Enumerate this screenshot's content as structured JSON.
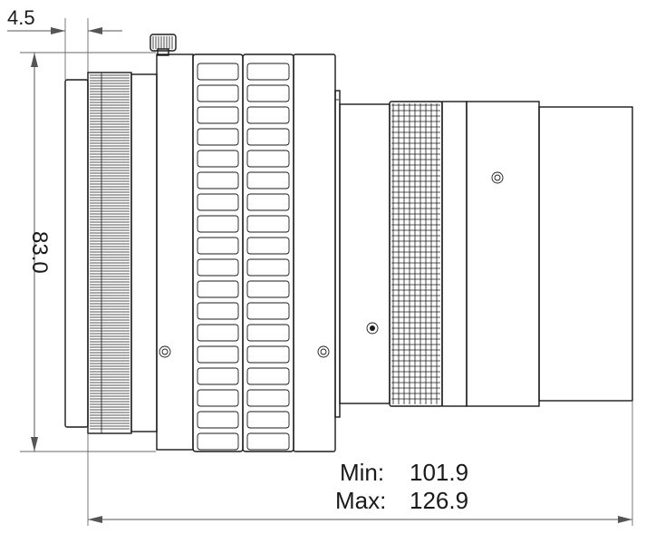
{
  "dimensions": {
    "flange_offset": "4.5",
    "diameter": "83.0",
    "length_min_label": "Min:",
    "length_min_value": "101.9",
    "length_max_label": "Max:",
    "length_max_value": "126.9"
  }
}
